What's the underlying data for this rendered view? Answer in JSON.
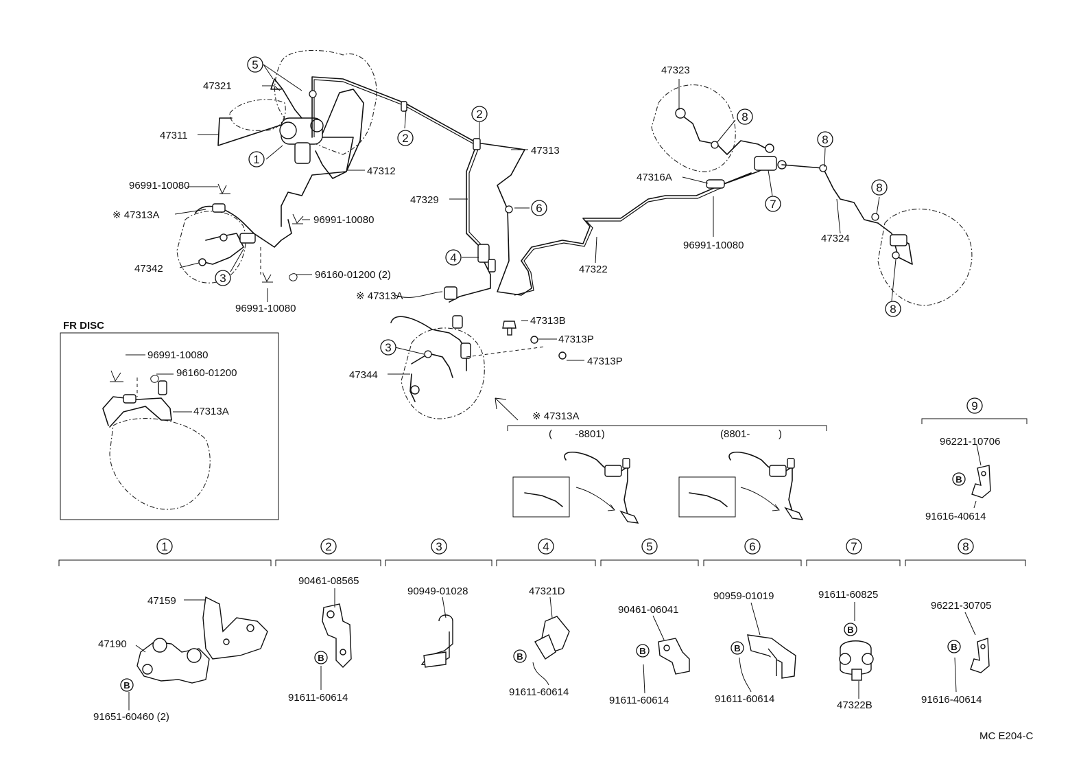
{
  "labels": {
    "p47321": "47321",
    "p47311": "47311",
    "p47312": "47312",
    "p47313": "47313",
    "p47329": "47329",
    "p47322": "47322",
    "p47323": "47323",
    "p47316A": "47316A",
    "p47324": "47324",
    "p47342": "47342",
    "p47344": "47344",
    "p47313A_1": "※ 47313A",
    "p47313A_2": "※ 47313A",
    "p47313A_3": "※ 47313A",
    "p47313B": "47313B",
    "p47313P_1": "47313P",
    "p47313P_2": "47313P",
    "p96991_1": "96991-10080",
    "p96991_2": "96991-10080",
    "p96991_3": "96991-10080",
    "p96991_4": "96991-10080",
    "p96160_1": "96160-01200 (2)",
    "fr_disc": "FR DISC",
    "fr_96991": "96991-10080",
    "fr_96160": "96160-01200",
    "fr_47313A": "47313A",
    "range_left": "(        -8801)",
    "range_right": "(8801-          )",
    "p96221_10706": "96221-10706",
    "p91616_40614_a": "91616-40614",
    "g1_47159": "47159",
    "g1_47190": "47190",
    "g1_91651": "91651-60460 (2)",
    "g2_90461": "90461-08565",
    "g2_91611": "91611-60614",
    "g3_90949": "90949-01028",
    "g4_47321D": "47321D",
    "g4_91611": "91611-60614",
    "g5_90461": "90461-06041",
    "g5_91611": "91611-60614",
    "g6_90959": "90959-01019",
    "g6_91611": "91611-60614",
    "g7_91611": "91611-60825",
    "g7_47322B": "47322B",
    "g8_96221": "96221-30705",
    "g8_91616": "91616-40614",
    "code": "MC E204-C"
  },
  "callouts": {
    "c1": "1",
    "c2": "2",
    "c3": "3",
    "c4": "4",
    "c5": "5",
    "c6": "6",
    "c7": "7",
    "c8": "8",
    "c9": "9",
    "b": "B"
  }
}
